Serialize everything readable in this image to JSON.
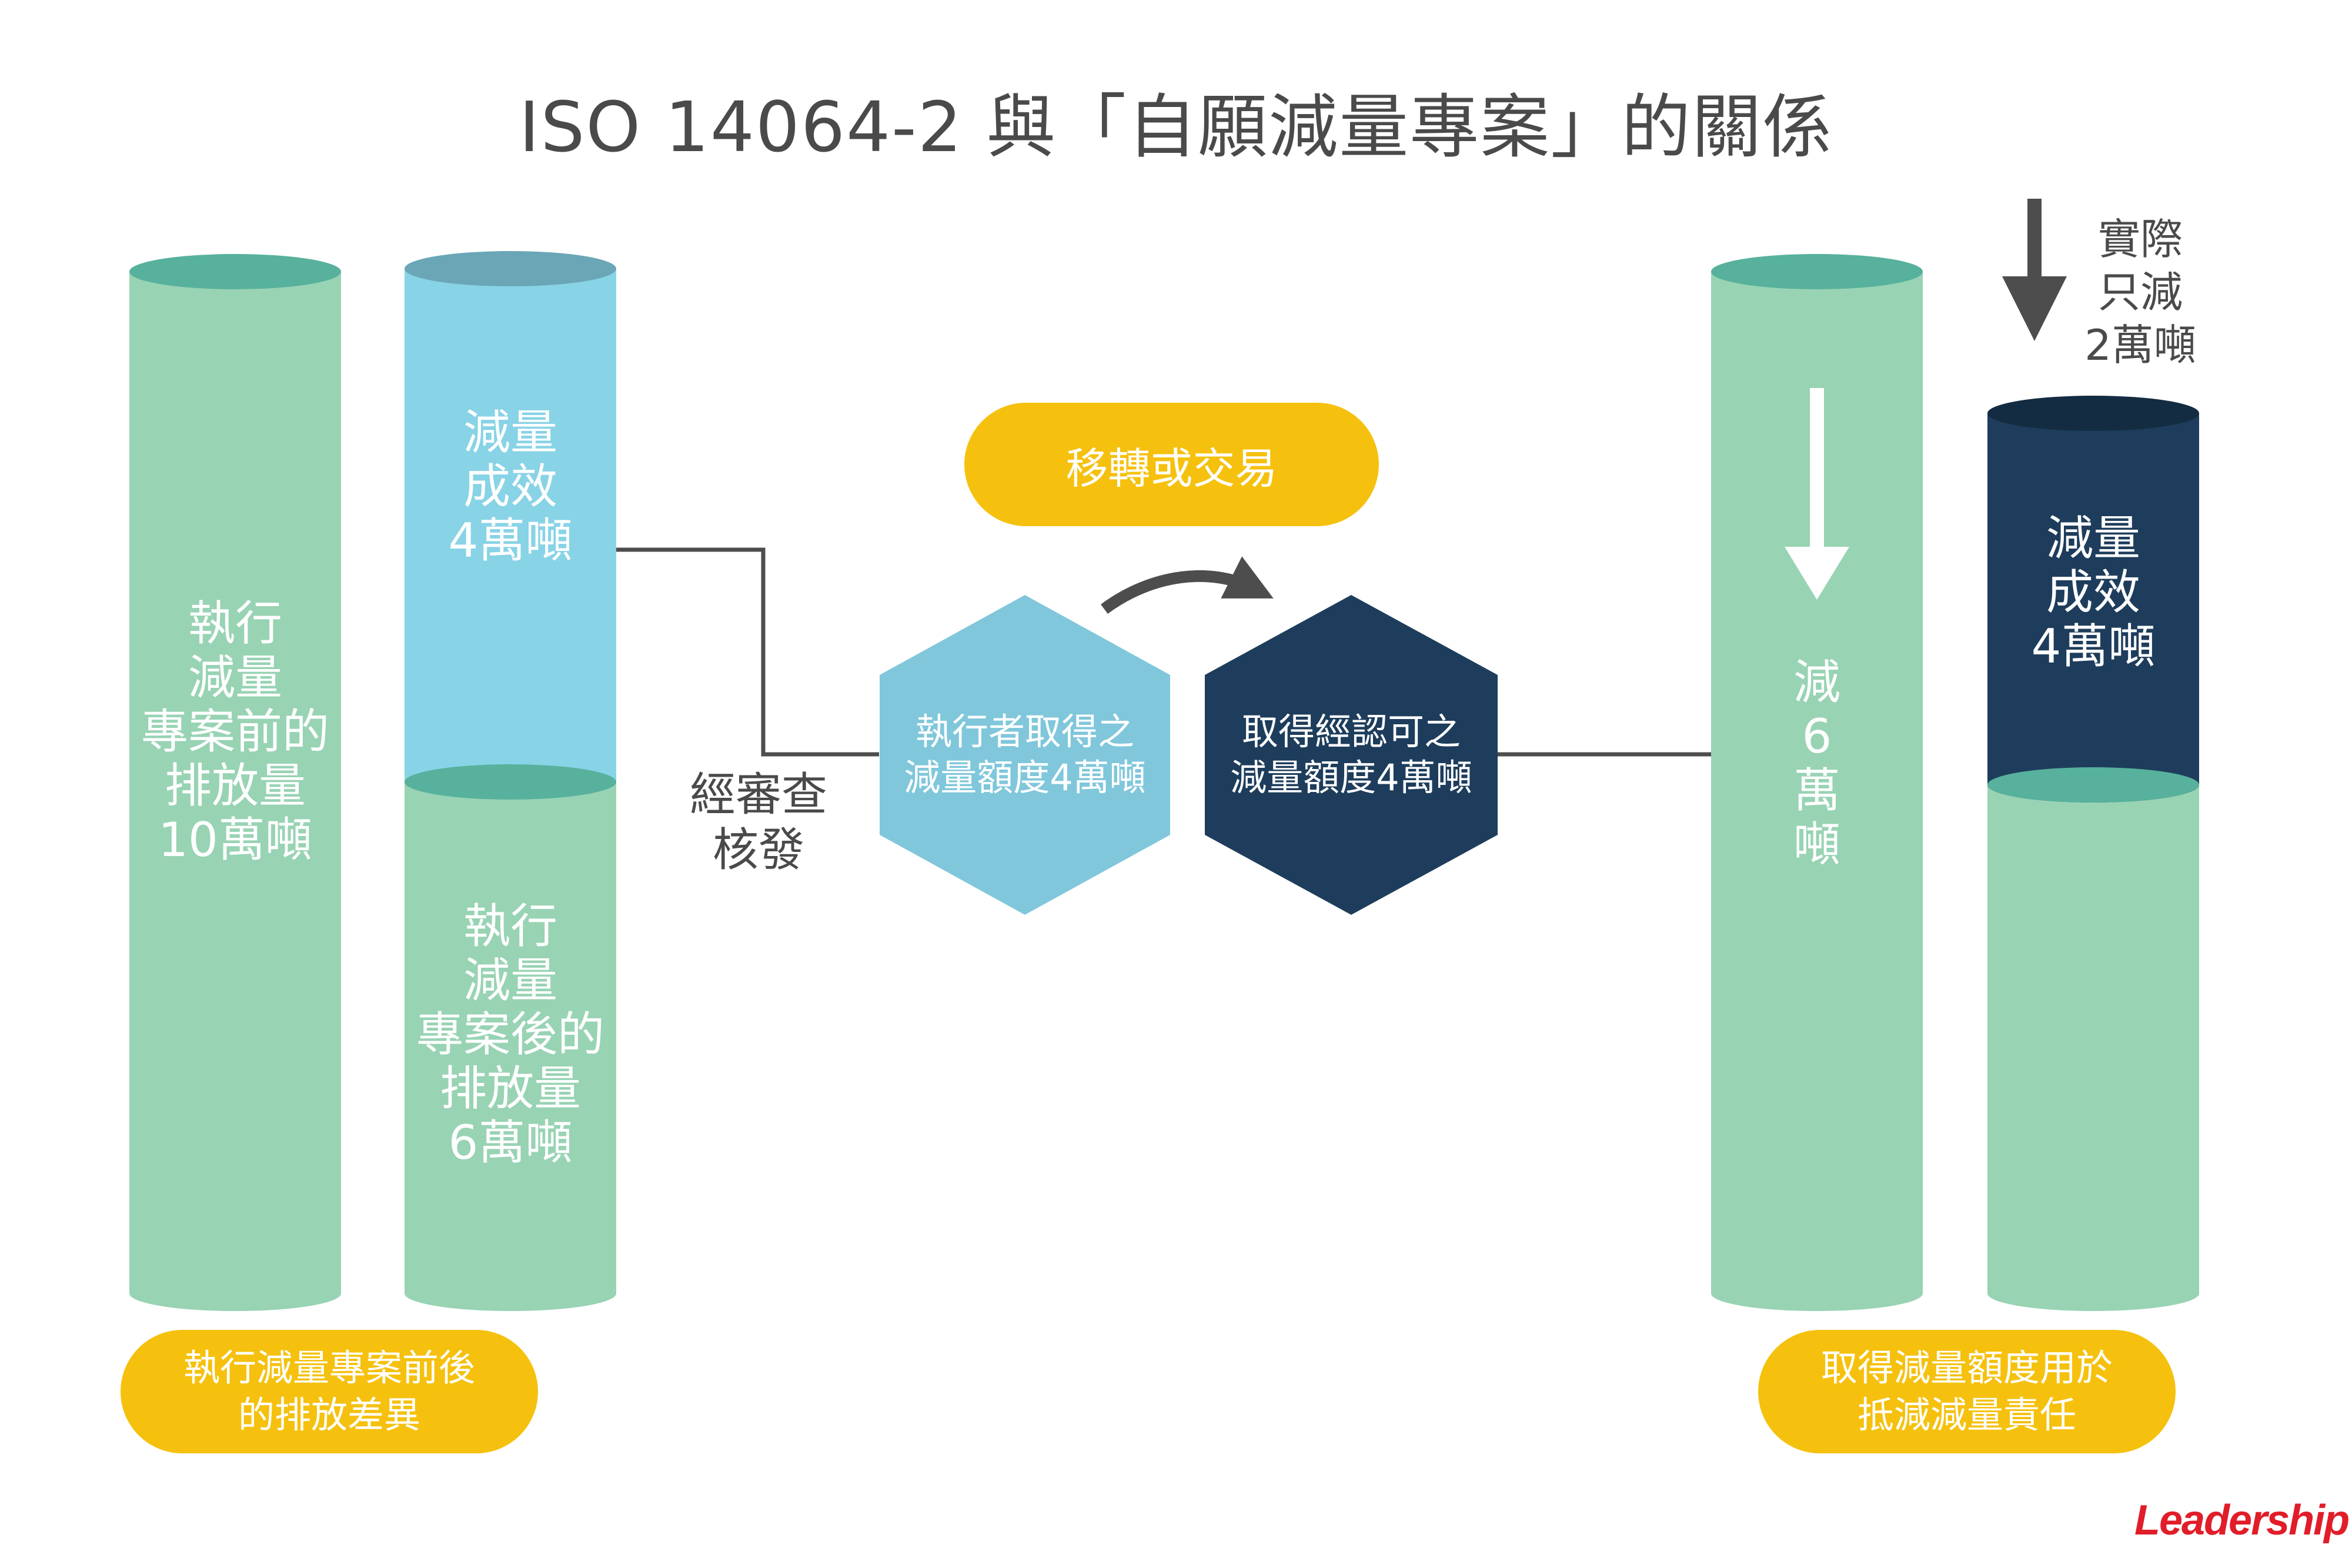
{
  "title": "ISO 14064-2 與「自願減量專案」的關係",
  "colors": {
    "green": "#98d3b4",
    "green_top": "#57b19c",
    "light_blue": "#88d3e6",
    "light_blue_top": "#6aa6b6",
    "hex_light_blue": "#80c7db",
    "navy": "#1e3d5c",
    "navy_top": "#142c41",
    "yellow": "#f5c10e",
    "grey_text": "#4a4a4a",
    "arrow": "#4d4d4d",
    "brand_red": "#e11d2a"
  },
  "left": {
    "before_column": [
      "執行",
      "減量",
      "專案前的",
      "排放量",
      "10萬噸"
    ],
    "reduction_block": [
      "減量",
      "成效",
      "4萬噸"
    ],
    "after_block": [
      "執行",
      "減量",
      "專案後的",
      "排放量",
      "6萬噸"
    ],
    "pill": [
      "執行減量專案前後",
      "的排放差異"
    ]
  },
  "middle": {
    "verify_label": [
      "經審查",
      "核發"
    ],
    "transfer_pill": "移轉或交易",
    "hex_executor": [
      "執行者取得之",
      "減量額度4萬噸"
    ],
    "hex_buyer": [
      "取得經認可之",
      "減量額度4萬噸"
    ]
  },
  "right": {
    "reduce_column": [
      "減",
      "6",
      "萬",
      "噸"
    ],
    "actual_label": [
      "實際",
      "只減",
      "2萬噸"
    ],
    "offset_block": [
      "減量",
      "成效",
      "4萬噸"
    ],
    "pill": [
      "取得減量額度用於",
      "抵減減量責任"
    ]
  },
  "logo": "Leadership"
}
